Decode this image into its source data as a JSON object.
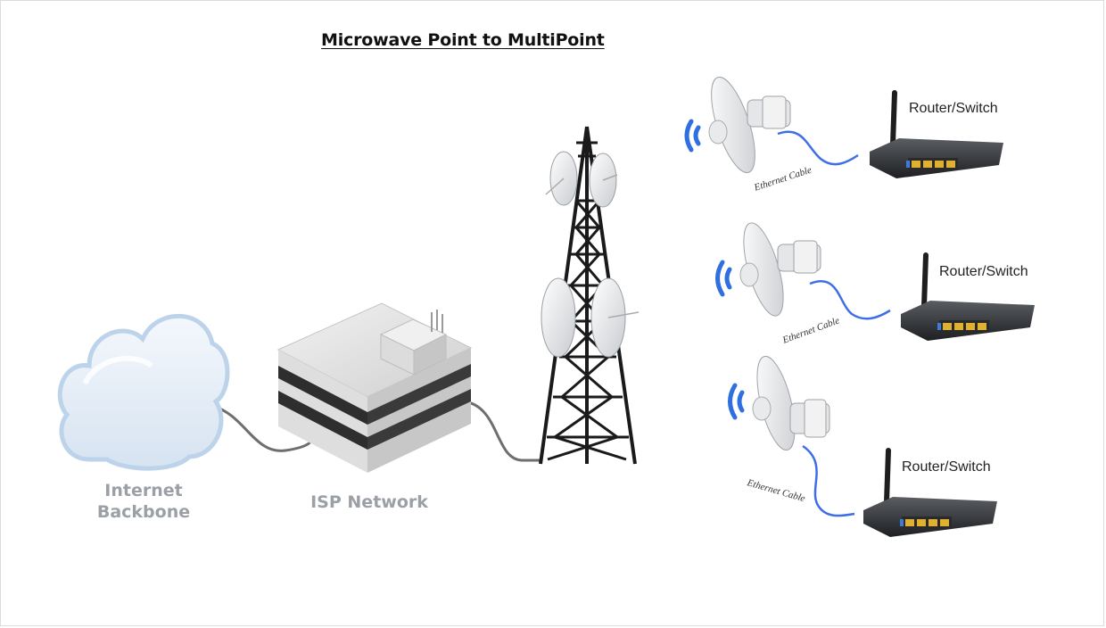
{
  "title": "Microwave Point to MultiPoint",
  "nodes": {
    "internet_backbone": "Internet\nBackbone",
    "isp_network": "ISP Network"
  },
  "clients": [
    {
      "router_label": "Router/Switch",
      "cable_label": "Ethernet Cable"
    },
    {
      "router_label": "Router/Switch",
      "cable_label": "Ethernet Cable"
    },
    {
      "router_label": "Router/Switch",
      "cable_label": "Ethernet Cable"
    }
  ],
  "colors": {
    "wave": "#2f6fe0",
    "cable_blue": "#3f6fe6",
    "cable_gray": "#6e6e6e",
    "router_port": "#e0b030",
    "label_gray": "#9aa0a6"
  },
  "icons": [
    "cloud-icon",
    "isp-building-icon",
    "transmission-tower-icon",
    "dish-antenna-icon",
    "wireless-signal-icon",
    "router-icon",
    "ethernet-cable-icon"
  ]
}
